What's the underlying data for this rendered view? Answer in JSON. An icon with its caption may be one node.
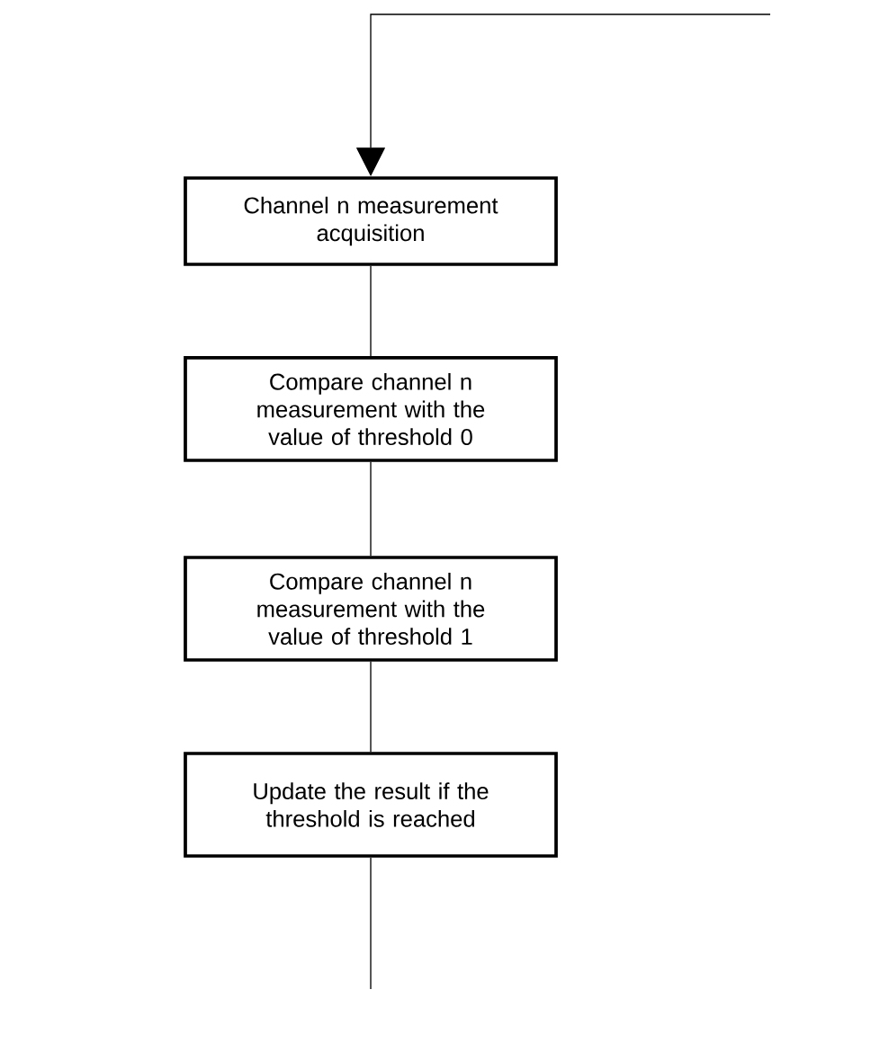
{
  "diagram": {
    "nodes": [
      {
        "text": [
          "Channel n measurement acquisition"
        ]
      },
      {
        "text": [
          "Compare channel n measurement with the value of threshold 0"
        ]
      },
      {
        "text": [
          "Compare channel n measurement with the value of threshold 1"
        ]
      },
      {
        "text": [
          "Update the result if the threshold is reached"
        ]
      }
    ],
    "edges": [
      {
        "from": null,
        "to": 0,
        "arrow": "to"
      },
      {
        "from": 0,
        "to": 1,
        "arrow": "none"
      },
      {
        "from": 1,
        "to": 2,
        "arrow": "none"
      },
      {
        "from": 2,
        "to": 3,
        "arrow": "none"
      },
      {
        "from": 3,
        "to": null,
        "arrow": "none"
      }
    ]
  }
}
